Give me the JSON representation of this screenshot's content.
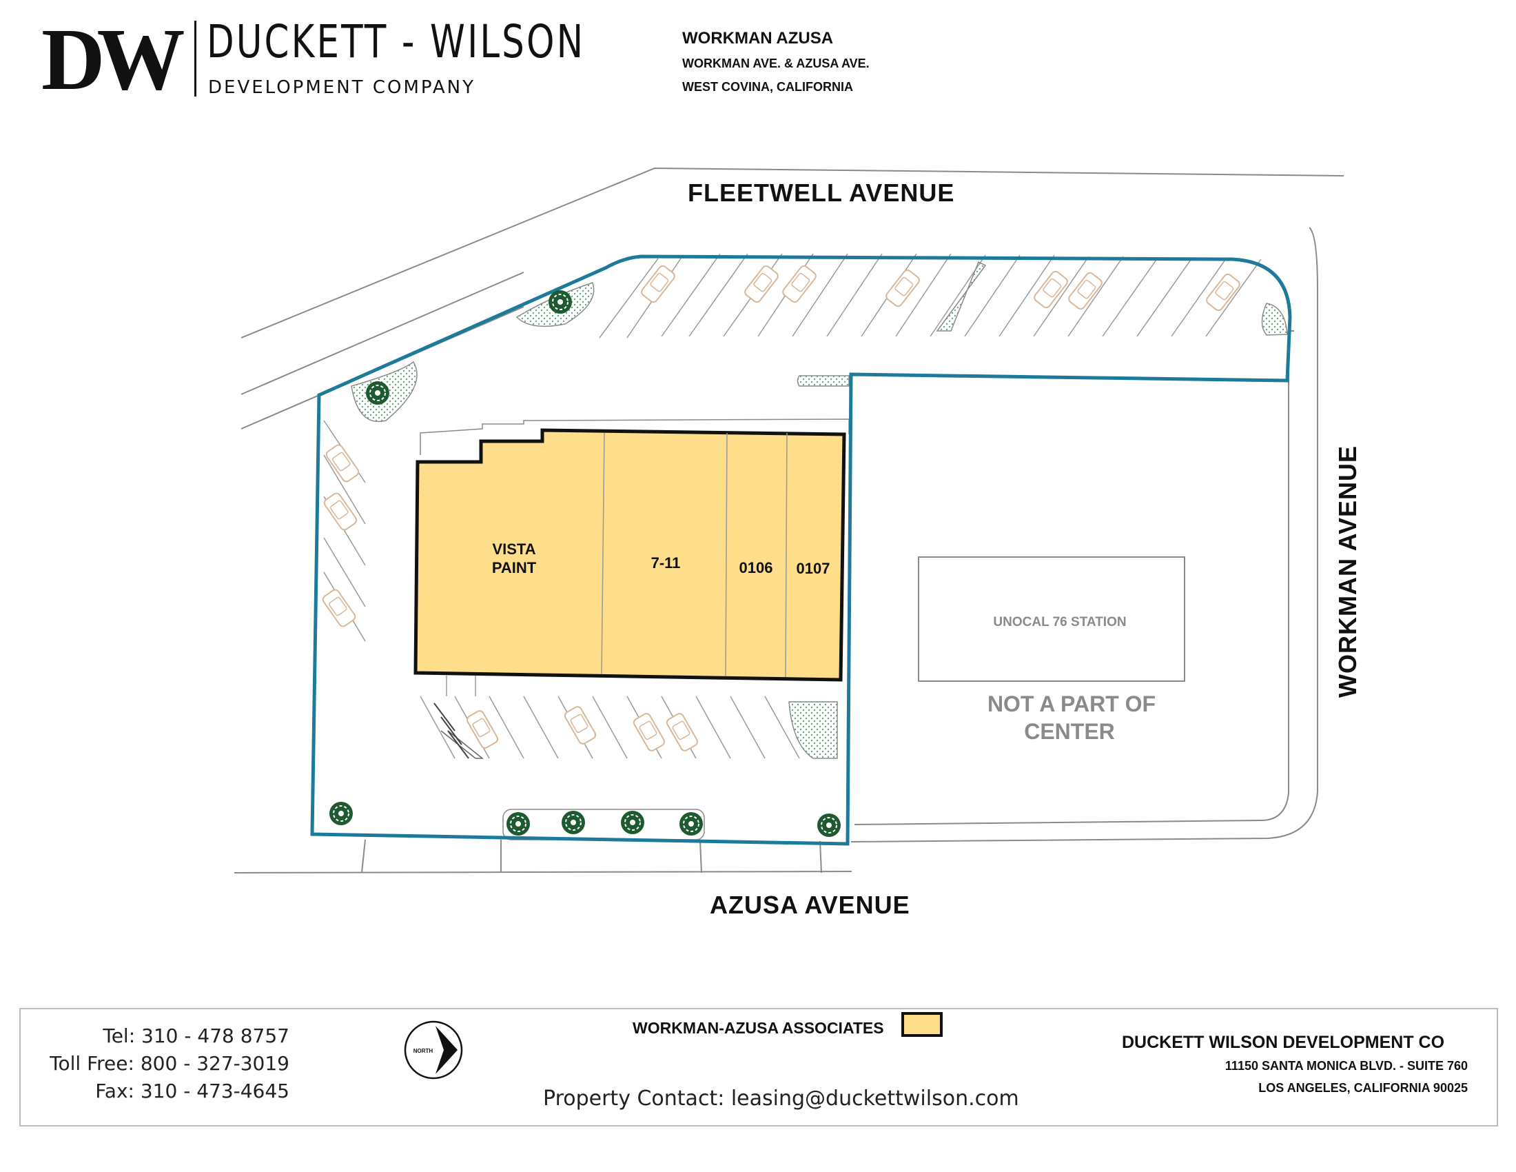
{
  "header": {
    "logo_mark": "DW",
    "company_name": "DUCKETT - WILSON",
    "company_sub": "DEVELOPMENT COMPANY",
    "property_title": "WORKMAN AZUSA",
    "property_address1": "WORKMAN AVE. & AZUSA AVE.",
    "property_address2": "WEST COVINA,  CALIFORNIA"
  },
  "map": {
    "streets": {
      "north": "FLEETWELL  AVENUE",
      "south": "AZUSA  AVENUE",
      "east": "WORKMAN  AVENUE"
    },
    "units": [
      {
        "line1": "VISTA",
        "line2": "PAINT"
      },
      {
        "line1": "7-11",
        "line2": ""
      },
      {
        "line1": "0106",
        "line2": ""
      },
      {
        "line1": "0107",
        "line2": ""
      }
    ],
    "excluded_parcel": {
      "label": "UNOCAL 76 STATION",
      "note_line1": "NOT  A  PART OF",
      "note_line2": "CENTER"
    },
    "north_arrow_label": "NORTH",
    "colors": {
      "property_boundary": "#1E7A9A",
      "building_fill": "#FEDE8A",
      "landscape_tree": "#1D5A32",
      "landscape_dots": "#6BA583",
      "parked_car": "#D8B79A",
      "road_line": "#8a8a8a"
    }
  },
  "legend": {
    "label": "WORKMAN-AZUSA ASSOCIATES",
    "swatch_color": "#FEDE8A"
  },
  "footer": {
    "tel": "Tel: 310 - 478 8757",
    "toll_free": "Toll Free: 800 - 327-3019",
    "fax": "Fax: 310 - 473-4645",
    "property_contact": "Property Contact: leasing@duckettwilson.com",
    "company": "DUCKETT WILSON DEVELOPMENT CO",
    "address1": "11150 SANTA MONICA BLVD. - SUITE 760",
    "address2": "LOS ANGELES, CALIFORNIA 90025"
  }
}
